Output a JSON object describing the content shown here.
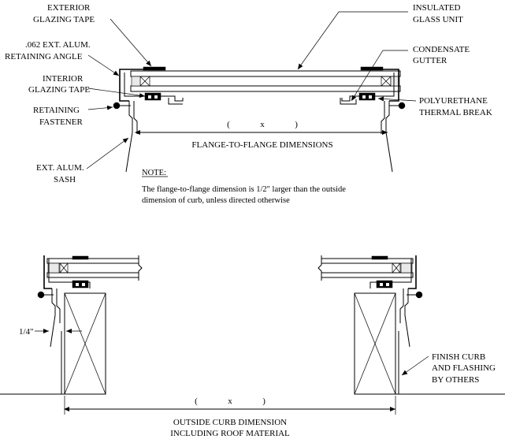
{
  "labels": {
    "exterior_glazing_tape": [
      "EXTERIOR",
      "GLAZING TAPE"
    ],
    "retaining_angle": [
      ".062 EXT. ALUM.",
      "RETAINING ANGLE"
    ],
    "interior_glazing_tape": [
      "INTERIOR",
      "GLAZING TAPE"
    ],
    "retaining_fastener": [
      "RETAINING",
      "FASTENER"
    ],
    "ext_alum_sash": [
      "EXT. ALUM.",
      "SASH"
    ],
    "insulated_glass_unit": [
      "INSULATED",
      "GLASS UNIT"
    ],
    "condensate_gutter": [
      "CONDENSATE",
      "GUTTER"
    ],
    "polyurethane_thermal_break": [
      "POLYURETHANE",
      "THERMAL BREAK"
    ],
    "finish_curb": [
      "FINISH CURB",
      "AND FLASHING",
      "BY OTHERS"
    ],
    "quarter_inch": "1/4\""
  },
  "dimensions": {
    "top_paren": "(              x              )",
    "top_caption": "FLANGE-TO-FLANGE DIMENSIONS",
    "bottom_paren": "(              x              )",
    "bottom_caption": [
      "OUTSIDE CURB DIMENSION",
      "INCLUDING ROOF MATERIAL"
    ]
  },
  "note": {
    "heading": "NOTE:",
    "lines": [
      "The flange-to-flange dimension is 1/2\" larger than the outside",
      "dimension of curb, unless directed otherwise"
    ]
  }
}
